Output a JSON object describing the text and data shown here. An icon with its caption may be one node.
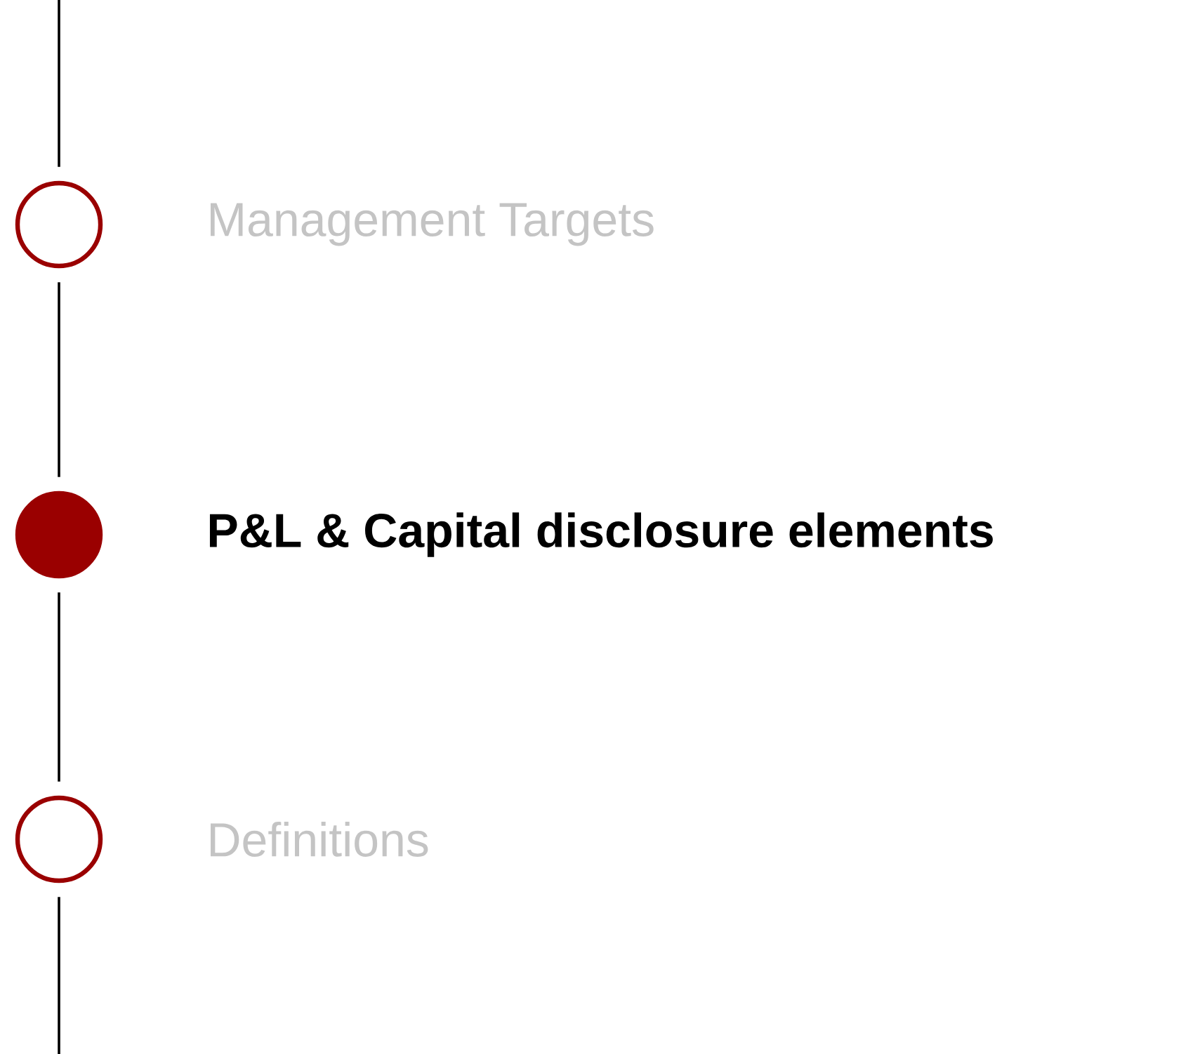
{
  "diagram": {
    "nodes": [
      {
        "text": [],
        "shape": "circle",
        "beside": [
          "Management Targets"
        ]
      },
      {
        "text": [],
        "shape": "circle",
        "beside": [
          "P&L & Capital disclosure elements"
        ]
      },
      {
        "text": [],
        "shape": "circle",
        "beside": [
          "Definitions"
        ]
      }
    ],
    "edges": [
      {
        "from": null,
        "to": 0,
        "arrow": "none"
      },
      {
        "from": 0,
        "to": 1,
        "arrow": "none"
      },
      {
        "from": 1,
        "to": 2,
        "arrow": "none"
      },
      {
        "from": 2,
        "to": null,
        "arrow": "none"
      }
    ]
  }
}
